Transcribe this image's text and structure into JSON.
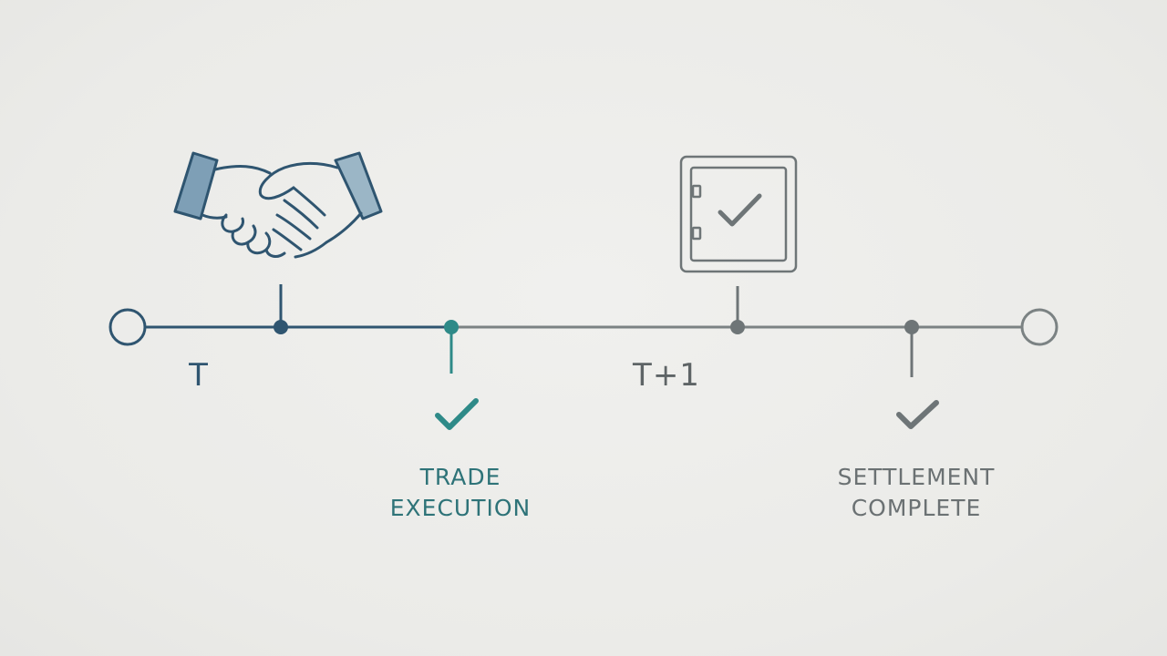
{
  "colors": {
    "background": "#ececea",
    "navy": "#2f5570",
    "teal": "#2e8a88",
    "gray": "#6e7577",
    "handshake_fill": "#8aa9bf",
    "handshake_cuff": "#8faebf"
  },
  "timeline": {
    "markers": [
      {
        "label": "T"
      },
      {
        "label": "T+1"
      }
    ],
    "milestones": [
      {
        "line1": "TRADE",
        "line2": "EXECUTION",
        "icon": "check-icon"
      },
      {
        "line1": "SETTLEMENT",
        "line2": "COMPLETE",
        "icon": "check-icon"
      }
    ],
    "icons": {
      "trade": "handshake-icon",
      "settlement": "vault-check-icon",
      "start": "circle-endpoint-icon",
      "end": "circle-endpoint-icon"
    }
  }
}
